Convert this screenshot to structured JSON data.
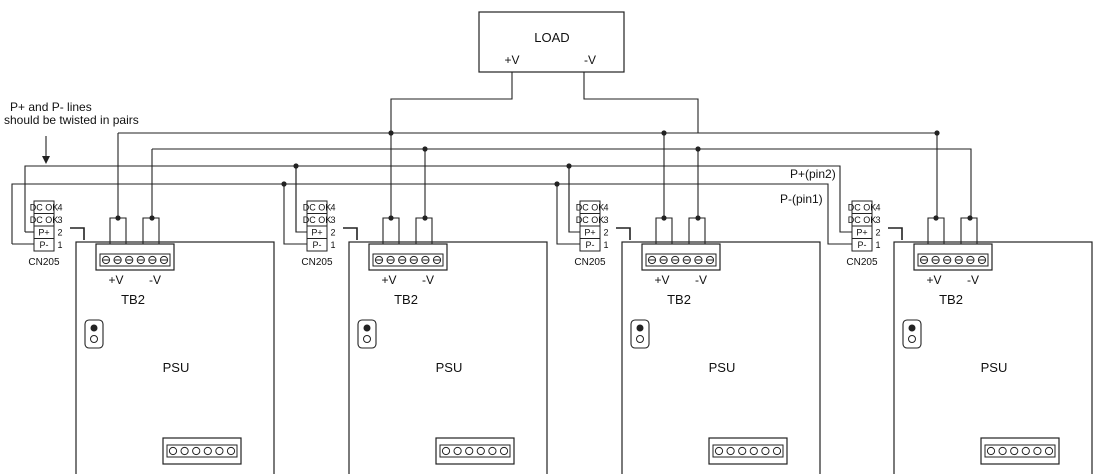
{
  "load": {
    "label": "LOAD",
    "plus": "+V",
    "minus": "-V"
  },
  "note": {
    "line1": "P+  and P-  lines",
    "line2": "should be twisted in pairs"
  },
  "bus_labels": {
    "p_plus": "P+(pin2)",
    "p_minus": "P-(pin1)"
  },
  "connector": {
    "name": "CN205",
    "pins": [
      {
        "label": "DC OK",
        "num": "4"
      },
      {
        "label": "DC OK",
        "num": "3"
      },
      {
        "label": "P+",
        "num": "2"
      },
      {
        "label": "P-",
        "num": "1"
      }
    ]
  },
  "terminal": {
    "name": "TB2",
    "plus": "+V",
    "minus": "-V"
  },
  "units": [
    {
      "label": "PSU"
    },
    {
      "label": "PSU"
    },
    {
      "label": "PSU"
    },
    {
      "label": "PSU"
    }
  ],
  "colors": {
    "line": "#222222",
    "fill": "#ffffff"
  }
}
